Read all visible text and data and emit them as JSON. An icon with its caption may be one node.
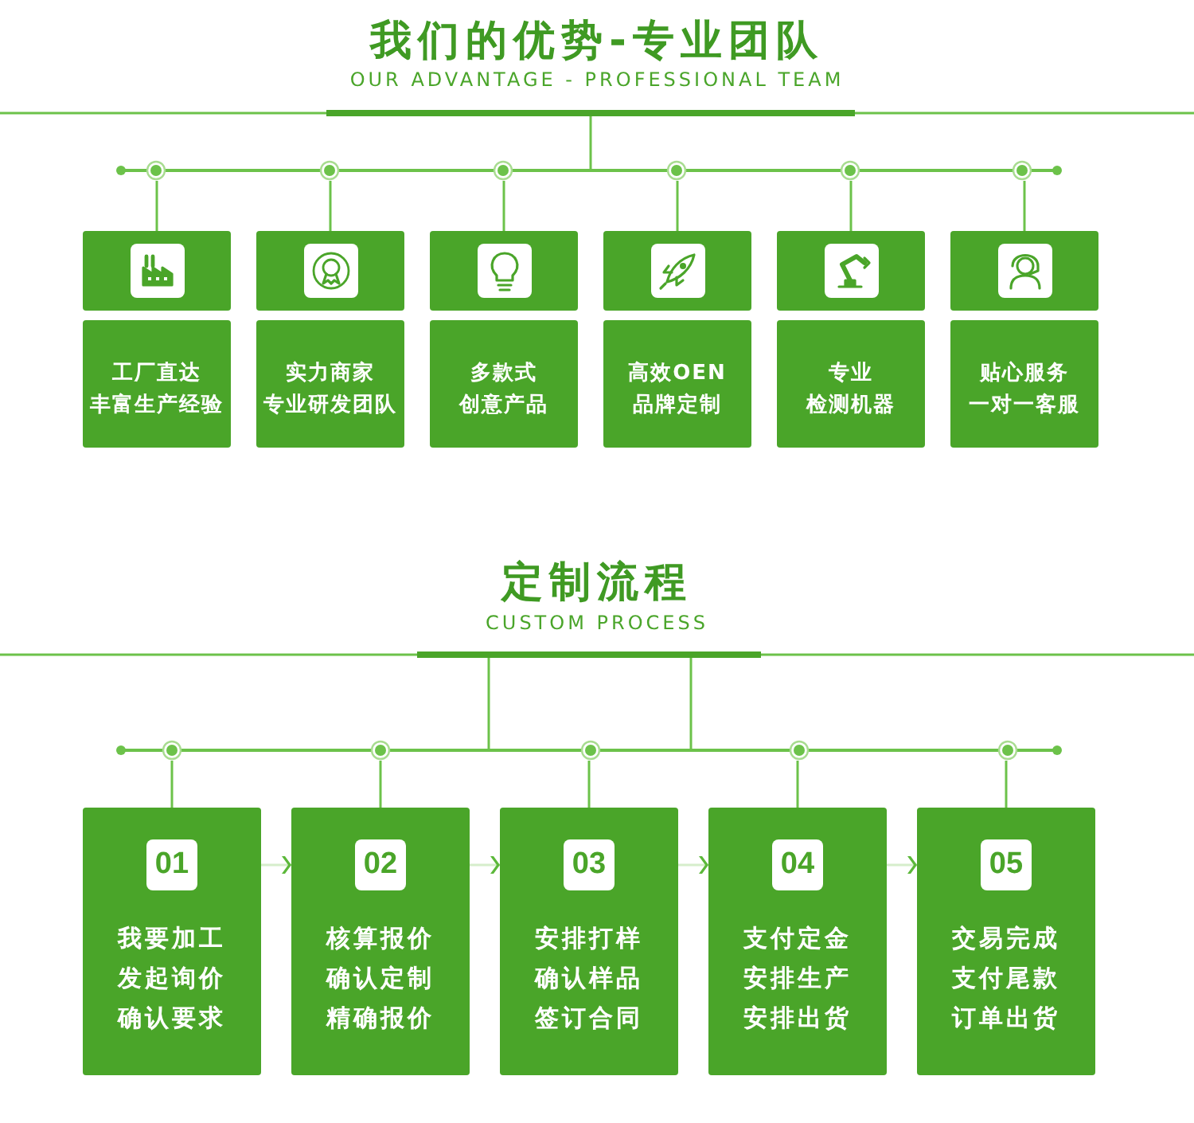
{
  "diagram": {
    "title": "我们的优势-专业团队",
    "nodes": [
      {
        "text": [],
        "shape": "box"
      },
      {
        "text": [],
        "shape": "box"
      },
      {
        "text": [],
        "shape": "box"
      },
      {
        "text": [],
        "shape": "box"
      },
      {
        "text": [],
        "shape": "box"
      },
      {
        "text": [],
        "shape": "box"
      },
      {
        "text": [
          "工厂直达",
          "丰富生产经验"
        ]
      },
      {
        "text": [
          "实力商家",
          "专业研发团队"
        ]
      },
      {
        "text": [
          "多款式",
          "创意产品"
        ]
      },
      {
        "text": [
          "高效OEN",
          "品牌定制"
        ]
      },
      {
        "text": [
          "专业",
          "检测机器"
        ]
      },
      {
        "text": [
          "贴心服务",
          "一对一客服"
        ]
      },
      {
        "text": [
          "我要加工",
          "发起询价",
          "确认要求"
        ]
      },
      {
        "text": [
          "01"
        ],
        "in": 12
      },
      {
        "text": [
          "核算报价",
          "确认定制",
          "精确报价"
        ]
      },
      {
        "text": [
          "02"
        ],
        "in": 14
      },
      {
        "text": [
          "安排打样",
          "确认样品",
          "签订合同"
        ]
      },
      {
        "text": [
          "03"
        ],
        "in": 16
      },
      {
        "text": [
          "支付定金",
          "安排生产",
          "安排出货"
        ]
      },
      {
        "text": [
          "04"
        ],
        "in": 18
      },
      {
        "text": [
          "交易完成",
          "支付尾款",
          "订单出货"
        ]
      },
      {
        "text": [
          "05"
        ],
        "in": 20
      },
      {
        "text": [],
        "shape": "bar"
      },
      {
        "text": [],
        "shape": "bar"
      },
      {
        "text": [],
        "shape": "bar"
      },
      {
        "text": [],
        "shape": "bar"
      }
    ],
    "edges": [
      {
        "from": 12,
        "to": 14,
        "arrow": "to",
        "color": "#d6eecb"
      },
      {
        "from": 14,
        "to": 16,
        "arrow": "to",
        "color": "#d6eecb"
      },
      {
        "from": 16,
        "to": 18,
        "arrow": "to",
        "color": "#d6eecb"
      },
      {
        "from": 18,
        "to": 20,
        "arrow": "to",
        "color": "#d6eecb"
      },
      {
        "from": 22,
        "to": 23,
        "arrow": "none"
      },
      {
        "from": 23,
        "to": 0,
        "arrow": "none"
      },
      {
        "from": 23,
        "to": 1,
        "arrow": "none"
      },
      {
        "from": 23,
        "to": 2,
        "arrow": "none"
      },
      {
        "from": 23,
        "to": 3,
        "arrow": "none"
      },
      {
        "from": 23,
        "to": 4,
        "arrow": "none"
      },
      {
        "from": 23,
        "to": 5,
        "arrow": "none"
      },
      {
        "from": 24,
        "to": 25,
        "arrow": "none"
      },
      {
        "from": 24,
        "to": 25,
        "arrow": "none"
      },
      {
        "from": 25,
        "to": 12,
        "arrow": "none"
      },
      {
        "from": 25,
        "to": 14,
        "arrow": "none"
      },
      {
        "from": 25,
        "to": 16,
        "arrow": "none"
      },
      {
        "from": 25,
        "to": 18,
        "arrow": "none"
      },
      {
        "from": 25,
        "to": 20,
        "arrow": "none"
      }
    ],
    "labels": [
      "OUR ADVANTAGE - PROFESSIONAL TEAM",
      "定制流程",
      "CUSTOM PROCESS"
    ]
  }
}
